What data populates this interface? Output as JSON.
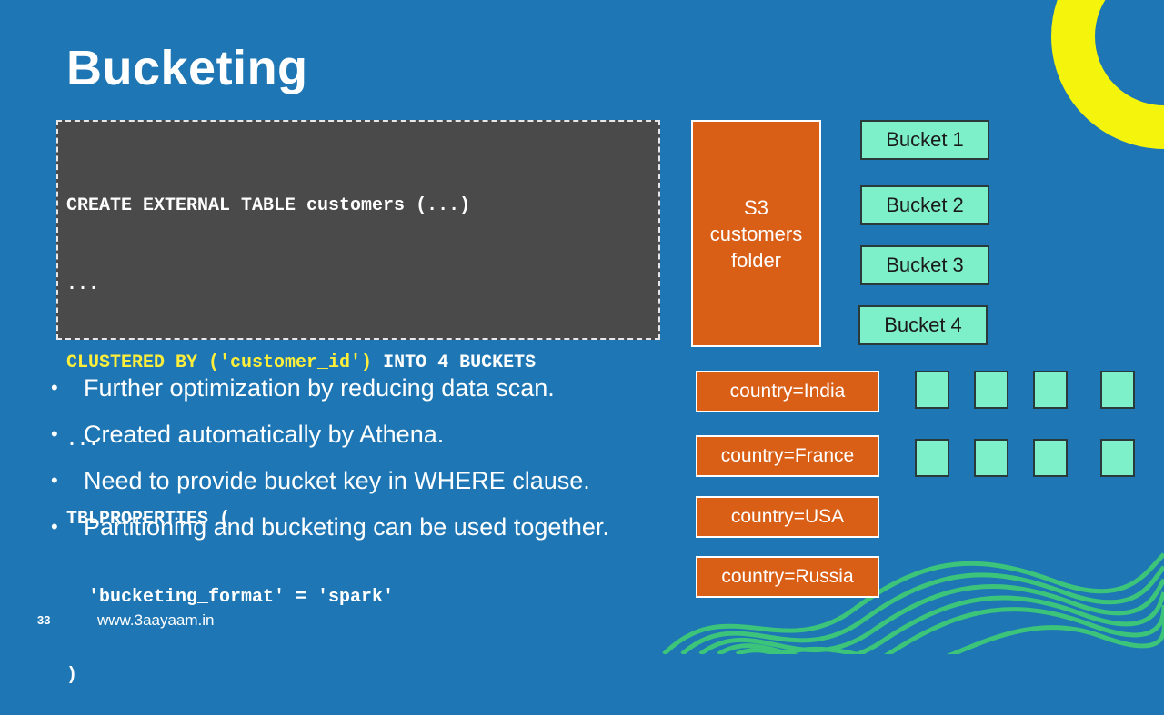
{
  "slide": {
    "title": "Bucketing",
    "page_number": "33",
    "website": "www.3aayaam.in"
  },
  "code": {
    "lines": [
      {
        "text": "CREATE EXTERNAL TABLE customers (...)",
        "highlight": ""
      },
      {
        "text": "...",
        "highlight": ""
      },
      {
        "text": " INTO 4 BUCKETS",
        "highlight": "CLUSTERED BY ('customer_id')"
      },
      {
        "text": "...",
        "highlight": ""
      },
      {
        "text": "TBLPROPERTIES (",
        "highlight": ""
      },
      {
        "text": "  'bucketing_format' = 'spark'",
        "highlight": ""
      },
      {
        "text": ")",
        "highlight": ""
      }
    ]
  },
  "bullets": [
    "Further optimization by reducing data scan.",
    "Created automatically by Athena.",
    "Need to provide bucket key in WHERE clause.",
    "Partitioning and bucketing can be used together."
  ],
  "diagram": {
    "s3_label": "S3\ncustomers\nfolder",
    "buckets": [
      "Bucket 1",
      "Bucket 2",
      "Bucket 3",
      "Bucket 4"
    ],
    "partitions": [
      "country=India",
      "country=France",
      "country=USA",
      "country=Russia"
    ],
    "colors": {
      "background": "#1e77b4",
      "orange": "#d95f17",
      "mint": "#7ef0c9",
      "yellow_ring": "#f4f40c",
      "wave_green": "#3cc47a"
    }
  }
}
